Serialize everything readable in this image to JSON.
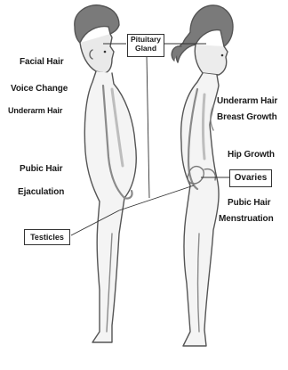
{
  "labels": {
    "pituitary_line1": "Pituitary",
    "pituitary_line2": "Gland",
    "male_left": [
      "Facial Hair",
      "Voice Change",
      "Underarm Hair",
      "Pubic Hair",
      "Ejaculation"
    ],
    "testicles": "Testicles",
    "female_right": [
      "Underarm Hair",
      "Breast Growth",
      "Hip Growth"
    ],
    "ovaries": "Ovaries",
    "female_bottom": [
      "Pubic Hair",
      "Menstruation"
    ]
  },
  "figures": {
    "male": "male-body-outline",
    "female": "female-body-outline"
  },
  "colors": {
    "line": "#333333",
    "sketch_light": "#bdbdbd",
    "sketch_mid": "#8a8a8a",
    "hair": "#6f6f6f"
  }
}
